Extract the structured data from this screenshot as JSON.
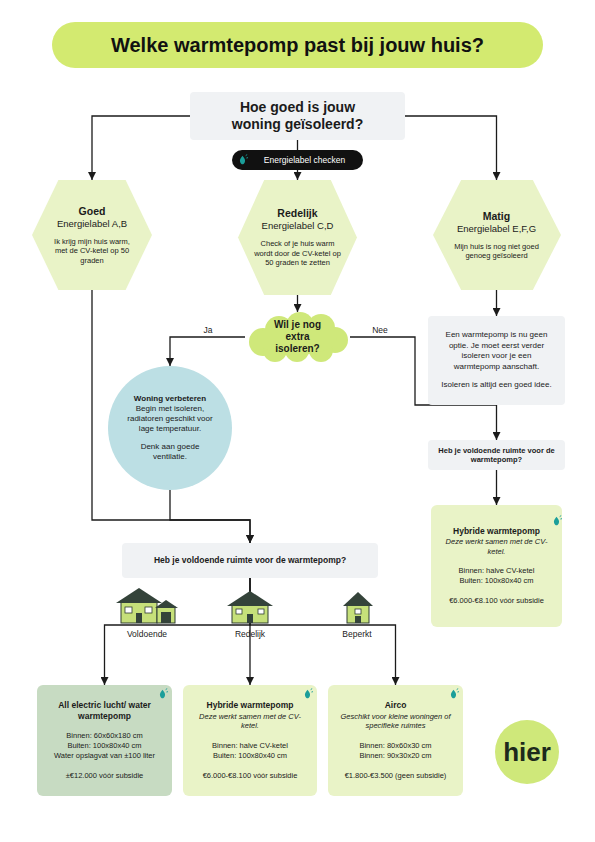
{
  "diagram": {
    "title": "Welke warmtepomp past bij jouw huis?",
    "nodes": [
      {
        "text": [
          "Hoe goed is jouw woning geïsoleerd?"
        ]
      },
      {
        "text": [
          "Energielabel checken"
        ]
      },
      {
        "text": [
          "Goed",
          "Energielabel A,B",
          "Ik krijg mijn huis warm, met de CV-ketel op 50 graden"
        ]
      },
      {
        "text": [
          "Redelijk",
          "Energielabel C,D",
          "Check of je huis warm wordt door de CV-ketel op 50 graden te zetten"
        ]
      },
      {
        "text": [
          "Matig",
          "Energielabel E,F,G",
          "Mijn huis is nog niet goed genoeg geïsoleerd"
        ]
      },
      {
        "text": [
          "Wil je nog extra isoleren?"
        ]
      },
      {
        "text": [
          "Woning verbeteren",
          "Begin met isoleren, radiatoren geschikt voor lage temperatuur.",
          "Denk aan goede ventilatie."
        ]
      },
      {
        "text": [
          "Een warmtepomp is nu geen optie. Je moet eerst verder isoleren voor je een warmtepomp aanschaft.",
          "Isoleren is altijd een goed idee."
        ]
      },
      {
        "text": [
          "Heb je voldoende ruimte voor de warmtepomp?"
        ]
      },
      {
        "text": [
          "Hybride warmtepomp",
          "Deze werkt samen met de CV-ketel.",
          "Binnen: halve CV-ketel",
          "Buiten: 100x80x40 cm",
          "€6.000-€8.100 vóór subsidie"
        ]
      },
      {
        "text": [
          "Heb je voldoende ruimte voor de warmtepomp?"
        ]
      },
      {
        "text": [
          "All electric lucht/ water warmtepomp",
          "Binnen: 60x60x180 cm",
          "Buiten: 100x80x40 cm",
          "Water opslagvat van ±100 liter",
          "±€12.000 vóór subsidie"
        ]
      },
      {
        "text": [
          "Hybride warmtepomp",
          "Deze werkt samen met de CV-ketel.",
          "Binnen: halve CV-ketel",
          "Buiten: 100x80x40 cm",
          "€6.000-€8.100 vóór subsidie"
        ]
      },
      {
        "text": [
          "Airco",
          "Geschikt voor kleine woningen of specifieke ruimtes",
          "Binnen: 80x60x30 cm",
          "Binnen: 90x30x20 cm",
          "€1.800-€3.500 (geen subsidie)"
        ]
      },
      {
        "text": [
          "hier"
        ]
      }
    ],
    "edges": [
      {
        "from": 0,
        "to": 1,
        "arrow": "none"
      },
      {
        "from": 1,
        "to": 3,
        "arrow": "to"
      },
      {
        "from": 0,
        "to": 2,
        "arrow": "to"
      },
      {
        "from": 0,
        "to": 4,
        "arrow": "to"
      },
      {
        "from": 3,
        "to": 5,
        "arrow": "to"
      },
      {
        "from": 5,
        "to": 6,
        "label": "Ja",
        "arrow": "to"
      },
      {
        "from": 5,
        "to": 8,
        "label": "Nee",
        "arrow": "to"
      },
      {
        "from": 4,
        "to": 7,
        "arrow": "to"
      },
      {
        "from": 8,
        "to": 9,
        "arrow": "to"
      },
      {
        "from": 2,
        "to": 10,
        "arrow": "to"
      },
      {
        "from": 6,
        "to": 10,
        "arrow": "to"
      },
      {
        "from": 10,
        "to": 11,
        "label": "Voldoende",
        "arrow": "to"
      },
      {
        "from": 10,
        "to": 12,
        "label": "Redelijk",
        "arrow": "to"
      },
      {
        "from": 10,
        "to": 13,
        "label": "Beperkt",
        "arrow": "to"
      }
    ]
  }
}
